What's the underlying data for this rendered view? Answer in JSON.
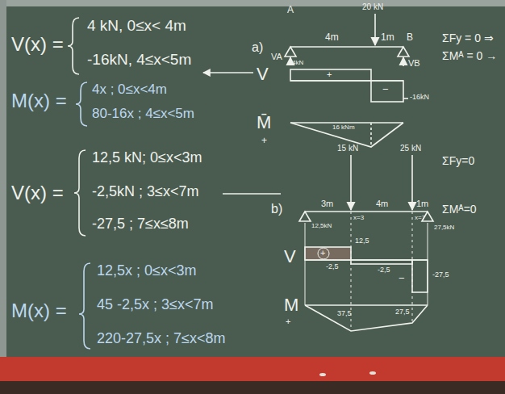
{
  "diagram": {
    "labels": [
      "V(x) =",
      "4 kN, 0≤x< 4m",
      "-16kN, 4≤x<5m",
      "M(x) =",
      "4x ; 0≤x<4m",
      "80-16x ; 4≤x<5m",
      "a)",
      "A",
      "20 kN",
      "4m",
      "1m",
      "B",
      "VA",
      "VB",
      "ΣFy = 0 ⇒",
      "ΣMᴬ = 0 →",
      "V",
      "4kN",
      "+",
      "−",
      "-16kN",
      "M̄",
      "16 kNm",
      "+",
      "V(x) =",
      "12,5 kN; 0≤x<3m",
      "-2,5kN ; 3≤x<7m",
      "-27,5 ; 7≤x≤8m",
      "M(x) =",
      "12,5x ; 0≤x<3m",
      "45 -2,5x ; 3≤x<7m",
      "220-27,5x ; 7≤x<8m",
      "15 kN",
      "25 kN",
      "b)",
      "3m",
      "4m",
      "1m",
      "12,5kN",
      "x=3",
      "x=7",
      "27,5kN",
      "ΣFy=0",
      "ΣMᴬ=0",
      "V",
      "+",
      "12,5",
      "-2,5",
      "-2,5",
      "−",
      "-27,5",
      "M",
      "37,5",
      "27,5",
      "+"
    ]
  }
}
